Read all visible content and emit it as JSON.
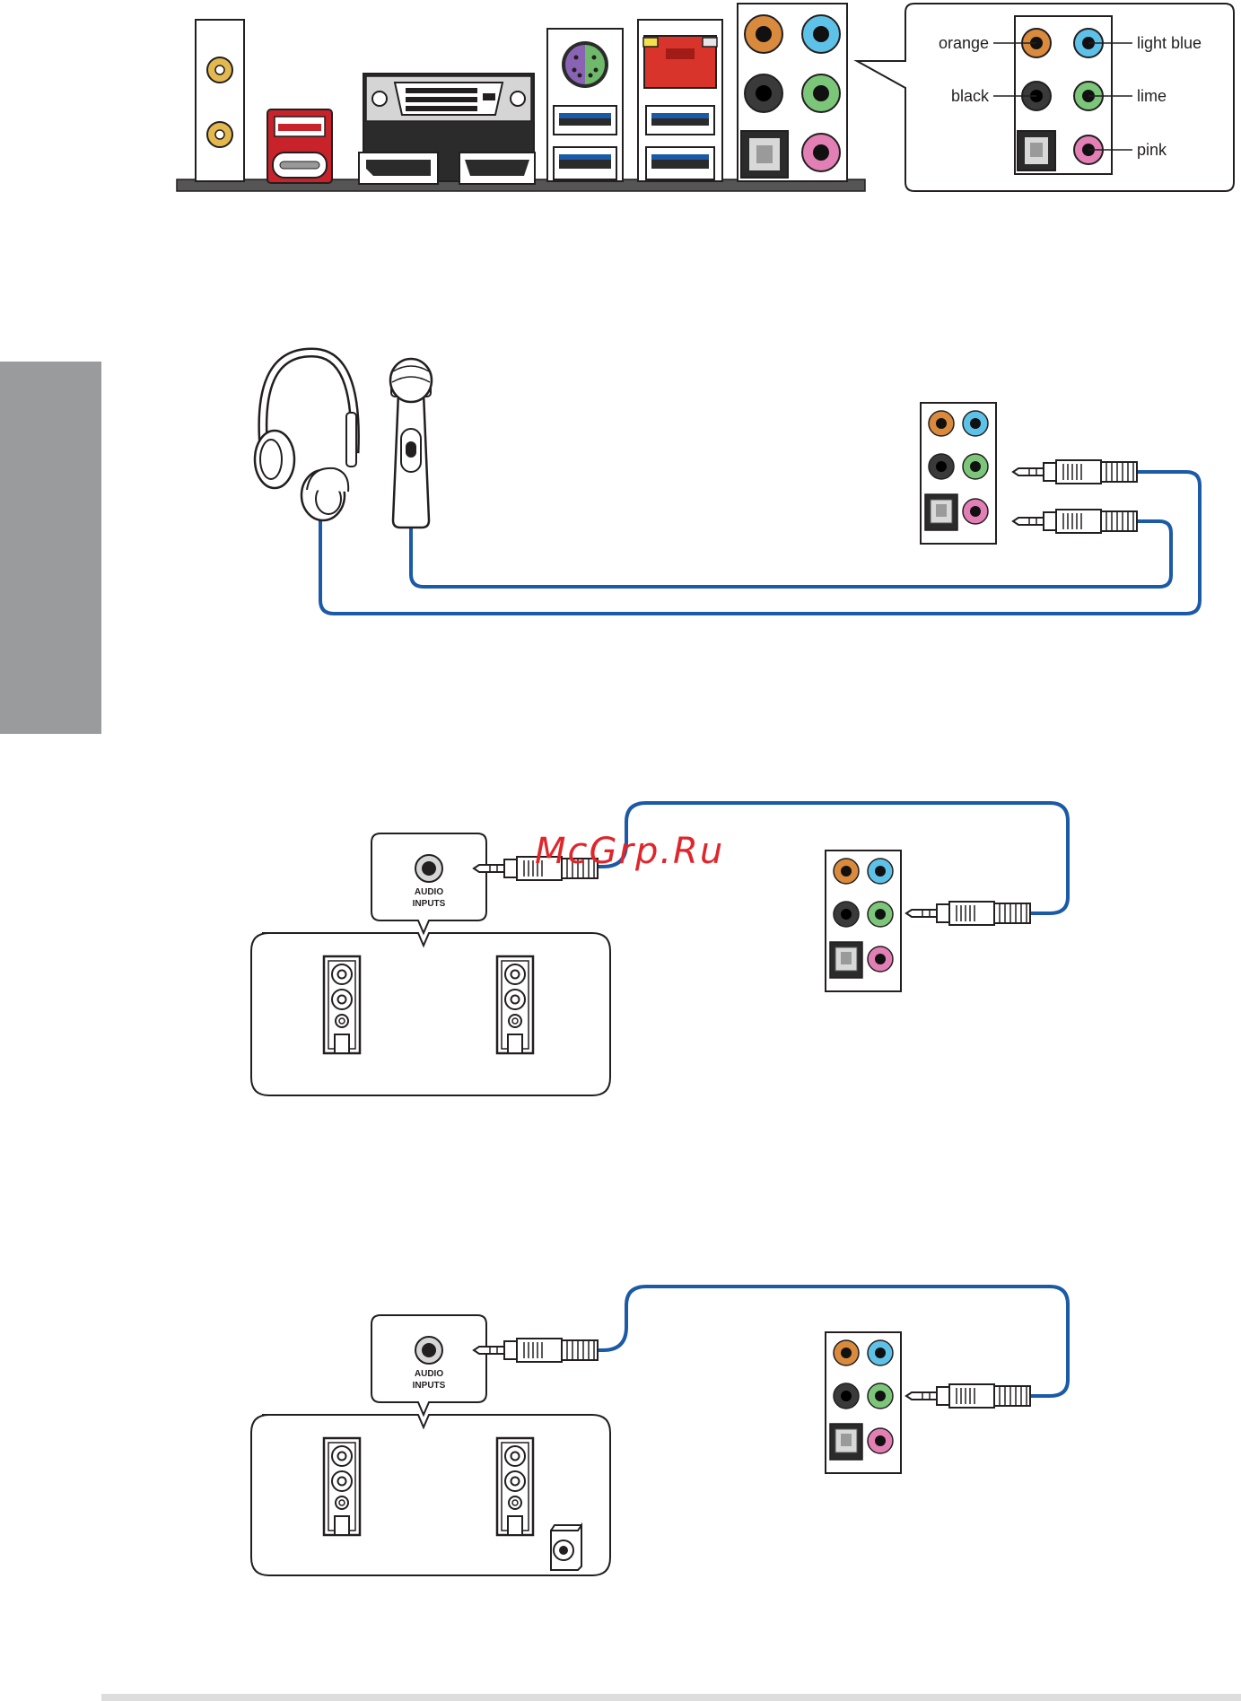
{
  "legend": {
    "orange": "orange",
    "light_blue": "light blue",
    "black": "black",
    "lime": "lime",
    "pink": "pink"
  },
  "speaker_box_1": {
    "line1": "AUDIO",
    "line2": "INPUTS"
  },
  "speaker_box_2": {
    "line1": "AUDIO",
    "line2": "INPUTS"
  },
  "watermark": "McGrp.Ru",
  "colors": {
    "orange": "#d98a3c",
    "light_blue": "#5ec2e8",
    "black": "#2b2b2b",
    "lime": "#7cc67a",
    "pink": "#e27fb4",
    "cable": "#1b5aa6",
    "sidebar": "#9a9b9d"
  }
}
